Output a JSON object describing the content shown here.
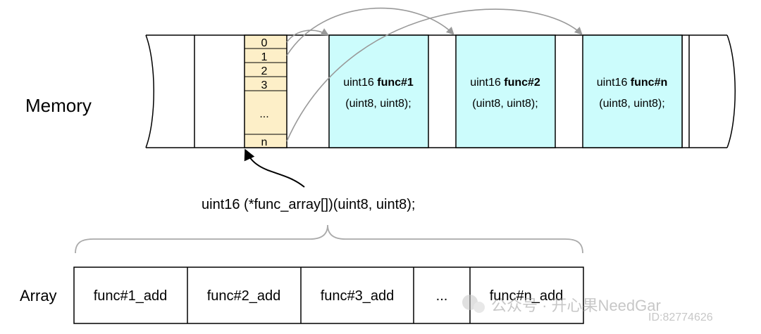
{
  "labels": {
    "memory": "Memory",
    "array": "Array",
    "pointer_decl": "uint16 (*func_array[])(uint8, uint8);"
  },
  "index_cells": [
    "0",
    "1",
    "2",
    "3",
    "...",
    "n"
  ],
  "func_blocks": [
    {
      "prefix": "uint16 ",
      "name": "func#1",
      "params": "(uint8, uint8);"
    },
    {
      "prefix": "uint16 ",
      "name": "func#2",
      "params": "(uint8, uint8);"
    },
    {
      "prefix": "uint16 ",
      "name": "func#n",
      "params": "(uint8, uint8);"
    }
  ],
  "array_cells": [
    "func#1_add",
    "func#2_add",
    "func#3_add",
    "...",
    "func#n_add"
  ],
  "watermark": {
    "text": "公众号 · 开心果NeedGar",
    "id": "ID:82774626"
  },
  "colors": {
    "index_fill": "#fdefc8",
    "func_fill": "#ccfcfc",
    "stroke": "#000000",
    "arrow": "#999999",
    "brace": "#aaaaaa"
  }
}
